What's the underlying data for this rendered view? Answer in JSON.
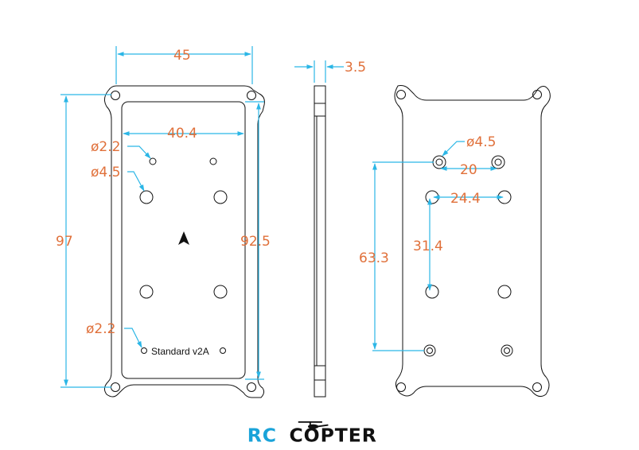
{
  "dimensions": {
    "left_width": "45",
    "left_inner_width": "40.4",
    "left_total_height": "97",
    "left_inner_height": "92.5",
    "left_small_hole": "ø2.2",
    "left_big_hole": "ø4.5",
    "left_bottom_hole": "ø2.2",
    "thickness": "3.5",
    "right_hole": "ø4.5",
    "right_spacing_top": "20",
    "right_spacing_mid": "24.4",
    "right_height_long": "63.3",
    "right_height_short": "31.4"
  },
  "plate_label": "Standard v2A",
  "logo": {
    "part1": "RC",
    "part2": "COPTER",
    "color_rc": "#1aa3d9",
    "color_copter": "#111111"
  },
  "colors": {
    "dimension_text": "#e0703a",
    "dimension_line": "#2bb6e6",
    "outline": "#111111"
  }
}
